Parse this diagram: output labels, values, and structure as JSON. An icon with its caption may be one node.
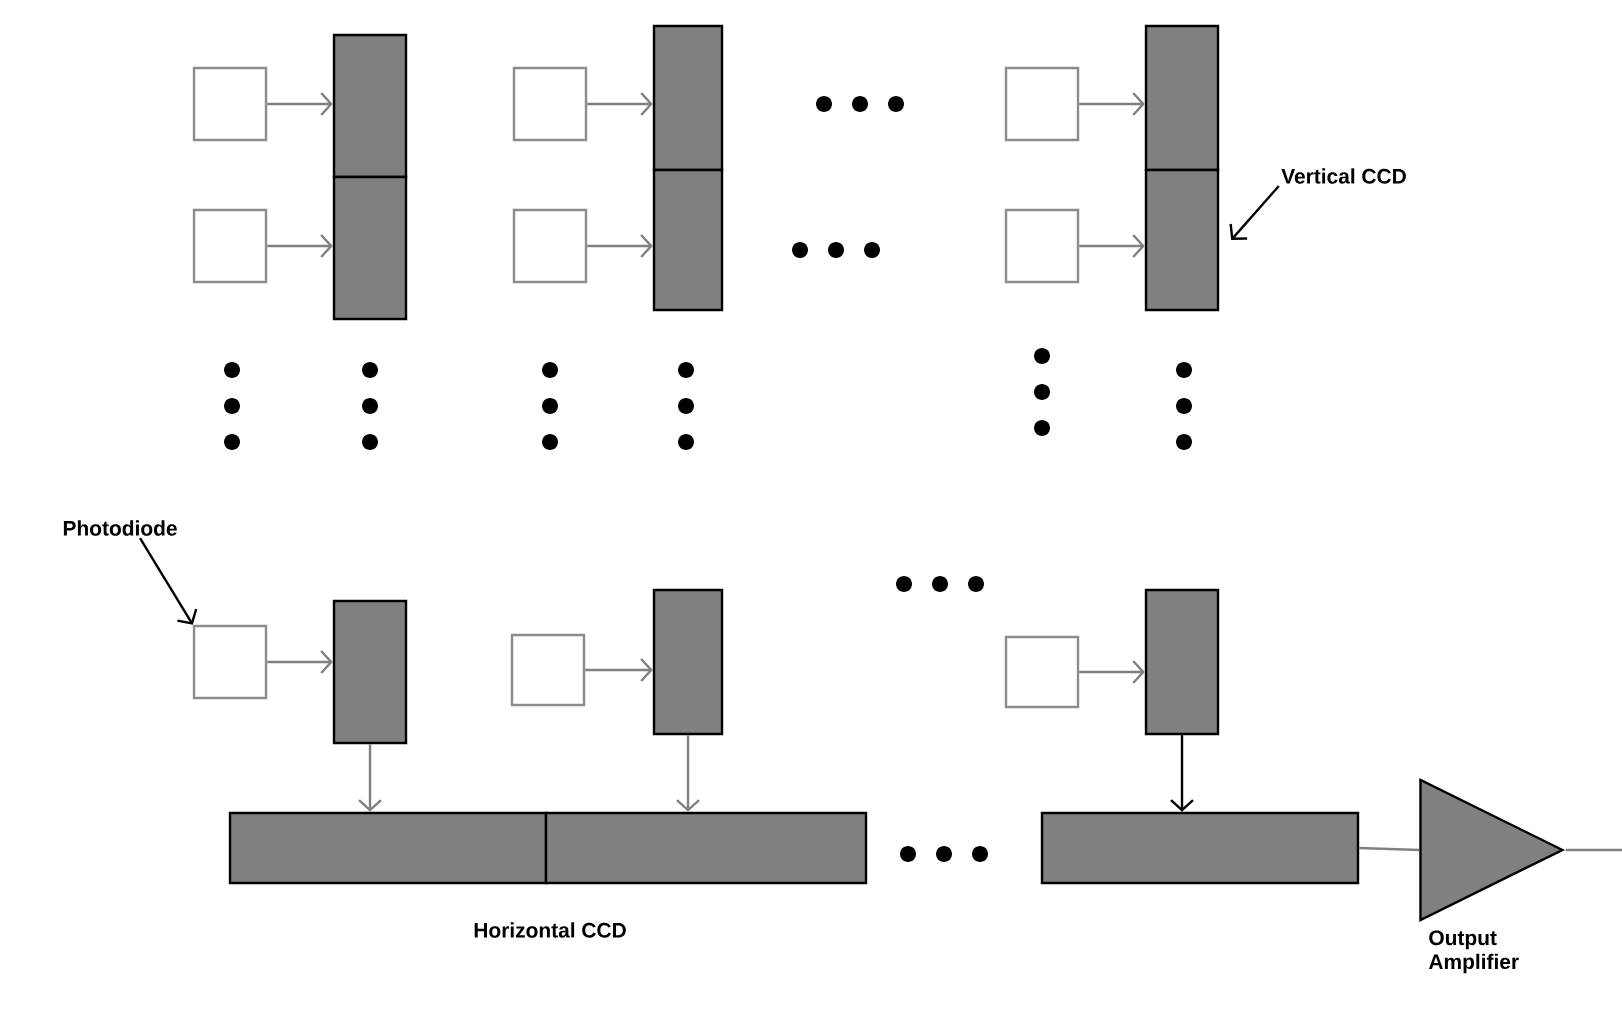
{
  "diagram": {
    "nodes": [
      {
        "text": [],
        "shape": "box"
      },
      {
        "text": [],
        "shape": "bar"
      },
      {
        "text": [],
        "shape": "box"
      },
      {
        "text": [],
        "shape": "bar"
      },
      {
        "text": [],
        "shape": "box"
      },
      {
        "text": [],
        "shape": "bar"
      },
      {
        "text": [
          "Vertical CCD"
        ]
      },
      {
        "text": [],
        "shape": "box"
      },
      {
        "text": [],
        "shape": "bar"
      },
      {
        "text": [],
        "shape": "box"
      },
      {
        "text": [],
        "shape": "bar"
      },
      {
        "text": [],
        "shape": "box"
      },
      {
        "text": [],
        "shape": "bar"
      },
      {
        "text": [
          "Photodiode"
        ]
      },
      {
        "text": [],
        "shape": "box"
      },
      {
        "text": [],
        "shape": "bar"
      },
      {
        "text": [],
        "shape": "box"
      },
      {
        "text": [],
        "shape": "bar"
      },
      {
        "text": [],
        "shape": "box"
      },
      {
        "text": [],
        "shape": "bar"
      },
      {
        "text": [],
        "shape": "bar"
      },
      {
        "text": [],
        "shape": "bar"
      },
      {
        "text": [],
        "shape": "bar"
      },
      {
        "text": [],
        "shape": "triangle",
        "beside": [
          "Output Amplifier"
        ]
      }
    ],
    "edges": [
      {
        "from": 0,
        "to": 1,
        "arrow": "to"
      },
      {
        "from": 2,
        "to": 3,
        "arrow": "to"
      },
      {
        "from": 4,
        "to": 5,
        "arrow": "to"
      },
      {
        "from": 6,
        "to": 12,
        "arrow": "to",
        "color": "#000000"
      },
      {
        "from": 7,
        "to": 8,
        "arrow": "to"
      },
      {
        "from": 9,
        "to": 10,
        "arrow": "to"
      },
      {
        "from": 11,
        "to": 12,
        "arrow": "to"
      },
      {
        "from": 13,
        "to": 14,
        "arrow": "to",
        "color": "#000000"
      },
      {
        "from": 14,
        "to": 15,
        "arrow": "to"
      },
      {
        "from": 16,
        "to": 17,
        "arrow": "to"
      },
      {
        "from": 18,
        "to": 19,
        "arrow": "to"
      },
      {
        "from": 15,
        "to": 20,
        "arrow": "to"
      },
      {
        "from": 17,
        "to": 21,
        "arrow": "to"
      },
      {
        "from": 19,
        "to": 22,
        "arrow": "to",
        "color": "#000000"
      },
      {
        "from": 22,
        "to": 23,
        "arrow": "none"
      },
      {
        "from": 23,
        "to": null,
        "arrow": "none"
      }
    ],
    "labels": [
      "Horizontal CCD"
    ]
  }
}
